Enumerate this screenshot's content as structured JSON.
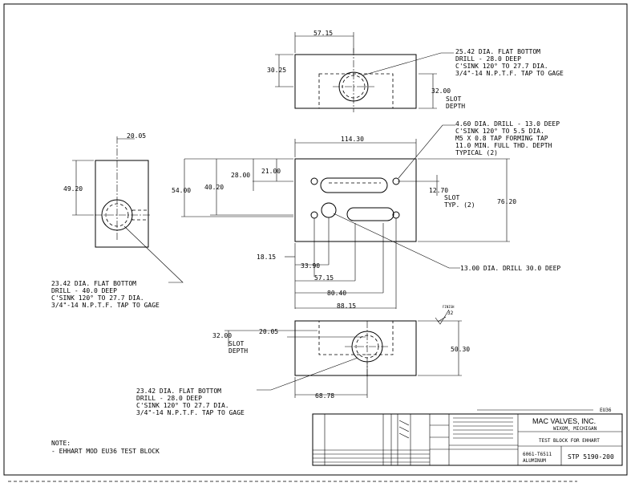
{
  "top_view": {
    "dim_width": "57.15",
    "dim_height": "30.25",
    "dim_slot": "32.00",
    "slot_depth": [
      "SLOT",
      "DEPTH"
    ],
    "note": [
      "25.42 DIA. FLAT BOTTOM",
      "DRILL - 28.0 DEEP",
      "C'SINK 120° TO 27.7 DIA.",
      "3/4\"-14 N.P.T.F. TAP TO GAGE"
    ]
  },
  "left_view": {
    "dim_top": "20.05",
    "dim_side": "49.20",
    "note": [
      "23.42 DIA. FLAT BOTTOM",
      "DRILL - 40.0 DEEP",
      "C'SINK 120° TO 27.7 DIA.",
      "3/4\"-14 N.P.T.F. TAP TO GAGE"
    ]
  },
  "front_view": {
    "dim_top": "114.30",
    "dim_28": "28.00",
    "dim_21": "21.00",
    "dim_40": "40.20",
    "dim_54": "54.00",
    "dim_1270": "12.70",
    "slot_label": [
      "SLOT",
      "TYP. (2)"
    ],
    "dim_7620": "76.20",
    "dim_1815": "18.15",
    "dim_3390": "33.90",
    "dim_5715": "57.15",
    "dim_8040": "80.40",
    "dim_8815": "88.15",
    "note_tap": [
      "4.60 DIA. DRILL - 13.0 DEEP",
      "C'SINK 120° TO 5.5 DIA.",
      "M5 X 0.8 TAP FORMING TAP",
      "11.0 MIN. FULL THD. DEPTH",
      "TYPICAL (2)"
    ],
    "note_drill": "13.00 DIA. DRILL 30.0 DEEP"
  },
  "bottom_view": {
    "dim_32": "32.00",
    "dim_2005": "20.05",
    "slot_depth": [
      "SLOT",
      "DEPTH"
    ],
    "dim_5030": "50.30",
    "dim_6878": "68.78",
    "finish": [
      "FINISH",
      "32"
    ],
    "note": [
      "23.42 DIA. FLAT BOTTOM",
      "DRILL - 28.0 DEEP",
      "C'SINK 120° TO 27.7 DIA.",
      "3/4\"-14 N.P.T.F. TAP TO GAGE"
    ]
  },
  "notes": {
    "heading": "NOTE:",
    "items": [
      "- EHHART MOD EU36 TEST BLOCK"
    ]
  },
  "title_block": {
    "part_ref": "EU36",
    "company": "MAC VALVES, INC.",
    "location": "WIXOM, MICHIGAN",
    "description": "TEST BLOCK FOR EHHART",
    "material": [
      "6061-T6511",
      "ALUMINUM"
    ],
    "part_number": "STP 5190-200"
  }
}
